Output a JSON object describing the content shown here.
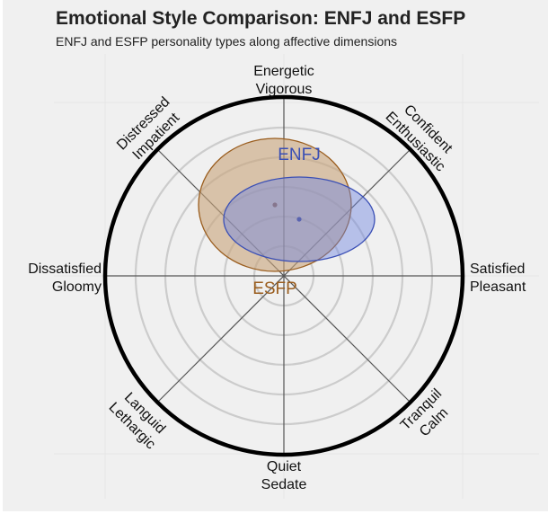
{
  "header": {
    "title": "Emotional Style Comparison: ENFJ and ESFP",
    "subtitle": "ENFJ and ESFP personality types along affective dimensions"
  },
  "axes": {
    "top": [
      "Energetic",
      "Vigorous"
    ],
    "top_right": [
      "Confident",
      "Enthusiastic"
    ],
    "right": [
      "Satisfied",
      "Pleasant"
    ],
    "bottom_right": [
      "Tranquil",
      "Calm"
    ],
    "bottom": [
      "Quiet",
      "Sedate"
    ],
    "bottom_left": [
      "Languid",
      "Lethargic"
    ],
    "left": [
      "Dissatisfied",
      "Gloomy"
    ],
    "top_left": [
      "Distressed",
      "Impatient"
    ]
  },
  "colors": {
    "background": "#f0f0f0",
    "enfj": "#3a4fb5",
    "enfj_fill": "#6f86e0",
    "esfp": "#9a5d1e",
    "esfp_fill": "#c8a47a",
    "ring": "#cccccc",
    "outer_ring": "#000000",
    "spoke": "#555555"
  },
  "series_labels": {
    "enfj": "ENFJ",
    "esfp": "ESFP"
  },
  "chart_data": {
    "type": "radar-ellipse",
    "title": "Emotional Style Comparison: ENFJ and ESFP",
    "subtitle": "ENFJ and ESFP personality types along affective dimensions",
    "axes": [
      "Energetic/Vigorous",
      "Confident/Enthusiastic",
      "Satisfied/Pleasant",
      "Tranquil/Calm",
      "Quiet/Sedate",
      "Languid/Lethargic",
      "Dissatisfied/Gloomy",
      "Distressed/Impatient"
    ],
    "x_axis": {
      "negative": "Dissatisfied / Gloomy",
      "positive": "Satisfied / Pleasant"
    },
    "y_axis": {
      "negative": "Quiet / Sedate",
      "positive": "Energetic / Vigorous"
    },
    "range": [
      -6,
      6
    ],
    "rings": [
      1,
      2,
      3,
      4,
      5,
      6
    ],
    "series": [
      {
        "name": "ENFJ",
        "center": {
          "x": 0.5,
          "y": 1.9
        },
        "spread": {
          "x": 2.5,
          "y": 1.4
        },
        "color": "#3a4fb5"
      },
      {
        "name": "ESFP",
        "center": {
          "x": -0.3,
          "y": 2.4
        },
        "spread": {
          "x": 2.6,
          "y": 2.2
        },
        "color": "#9a5d1e"
      }
    ]
  }
}
